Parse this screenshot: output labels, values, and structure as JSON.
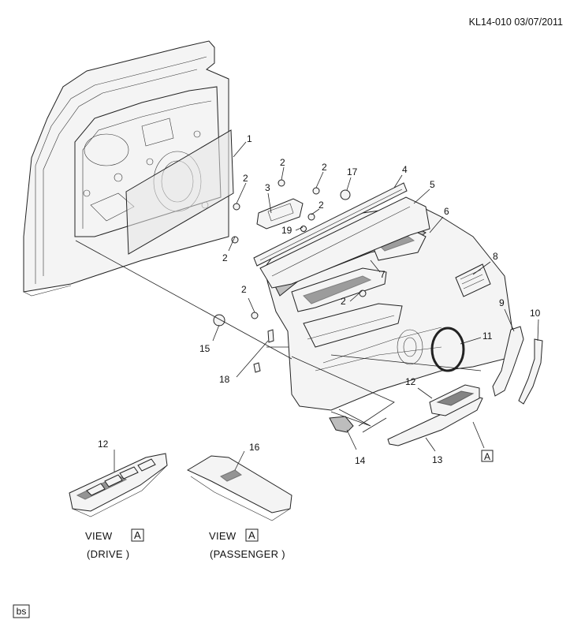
{
  "header": {
    "code": "KL14-010 03/07/2011"
  },
  "callouts": [
    {
      "id": "c1",
      "text": "1"
    },
    {
      "id": "c2a",
      "text": "2"
    },
    {
      "id": "c2b",
      "text": "2"
    },
    {
      "id": "c2c",
      "text": "2"
    },
    {
      "id": "c2d",
      "text": "2"
    },
    {
      "id": "c2e",
      "text": "2"
    },
    {
      "id": "c2f",
      "text": "2"
    },
    {
      "id": "c2g",
      "text": "2"
    },
    {
      "id": "c3",
      "text": "3"
    },
    {
      "id": "c4",
      "text": "4"
    },
    {
      "id": "c5",
      "text": "5"
    },
    {
      "id": "c6",
      "text": "6"
    },
    {
      "id": "c7",
      "text": "7"
    },
    {
      "id": "c8",
      "text": "8"
    },
    {
      "id": "c9",
      "text": "9"
    },
    {
      "id": "c10",
      "text": "10"
    },
    {
      "id": "c11",
      "text": "11"
    },
    {
      "id": "c12a",
      "text": "12"
    },
    {
      "id": "c12b",
      "text": "12"
    },
    {
      "id": "c13",
      "text": "13"
    },
    {
      "id": "c14",
      "text": "14"
    },
    {
      "id": "c15",
      "text": "15"
    },
    {
      "id": "c16",
      "text": "16"
    },
    {
      "id": "c17",
      "text": "17"
    },
    {
      "id": "c18",
      "text": "18"
    },
    {
      "id": "c19",
      "text": "19"
    }
  ],
  "view_marker": {
    "letter": "A"
  },
  "views": [
    {
      "view_word": "VIEW",
      "letter": "A",
      "caption": "(DRIVE )"
    },
    {
      "view_word": "VIEW",
      "letter": "A",
      "caption": "(PASSENGER )"
    }
  ],
  "footer": {
    "badge": "bs"
  }
}
